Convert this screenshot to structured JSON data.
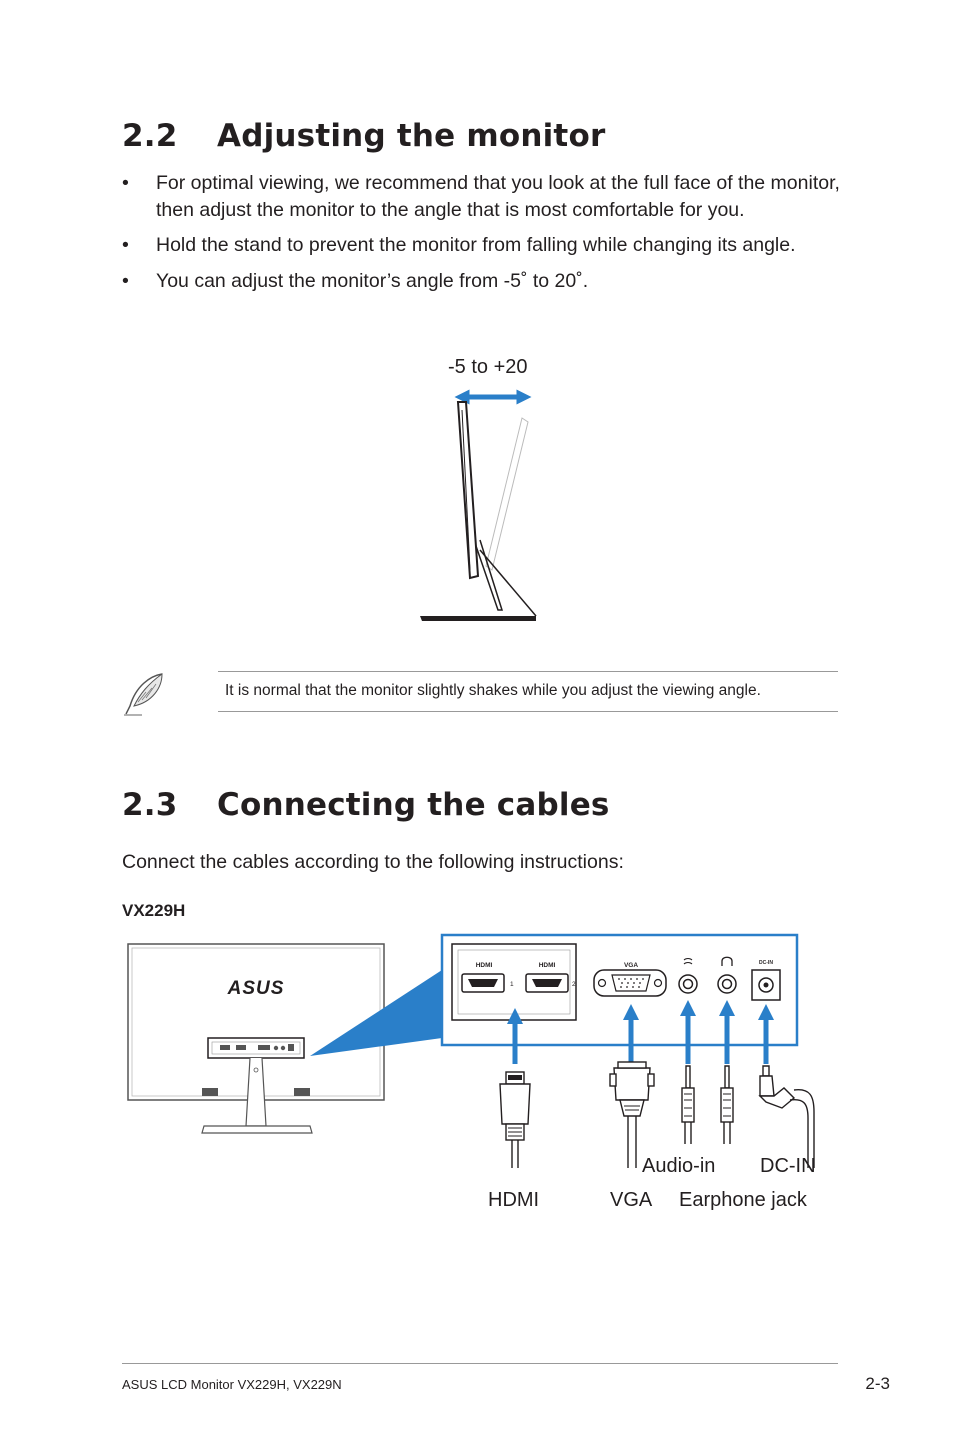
{
  "section_22": {
    "number": "2.2",
    "title": "Adjusting the monitor",
    "bullet_symbol": "•",
    "bullets": [
      "For optimal viewing, we recommend that you look at the full face of the monitor, then adjust the monitor to the angle that is most comfortable for you.",
      "Hold the stand to prevent the monitor from falling while changing its angle.",
      "You can adjust the monitor’s angle from -5˚ to 20˚."
    ],
    "tilt_label": "-5 to +20",
    "note": "It is normal that the monitor slightly shakes while you adjust the viewing angle."
  },
  "section_23": {
    "number": "2.3",
    "title": "Connecting the cables",
    "intro": "Connect the cables according to the following instructions:",
    "model": "VX229H",
    "monitor_logo": "ASUS",
    "ports": {
      "hdmi1": "HDMI",
      "hdmi1_num": "1",
      "hdmi2": "HDMI",
      "hdmi2_num": "2",
      "vga": "VGA",
      "dcin": "DC-IN"
    },
    "cable_labels": {
      "audio_in": "Audio-in",
      "dc_in": "DC-IN",
      "hdmi": "HDMI",
      "vga": "VGA",
      "earphone": "Earphone jack"
    }
  },
  "footer": {
    "left": "ASUS LCD Monitor VX229H, VX229N",
    "right": "2-3"
  },
  "colors": {
    "accent_blue": "#2a7fc9",
    "text": "#231f20"
  }
}
